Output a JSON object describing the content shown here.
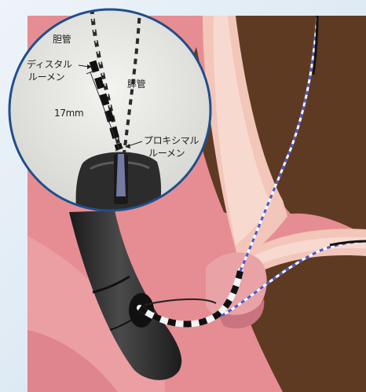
{
  "labels": {
    "bile_duct": "胆管",
    "distal_lumen_line1": "ディスタル",
    "distal_lumen_line2": "ルーメン",
    "pancreatic_duct": "膵管",
    "distance": "17mm",
    "proximal_lumen_line1": "プロキシマル",
    "proximal_lumen_line2": "ルーメン"
  },
  "icons": [
    "duodenum-wall",
    "pancreas-tissue",
    "bile-duct",
    "pancreatic-duct",
    "endoscope",
    "double-lumen-catheter",
    "guidewire",
    "magnified-inset-circle"
  ],
  "colors": {
    "background": "#dce9f3",
    "duodenal_mucosa": "#e58d93",
    "pancreas": "#5e3a22",
    "duct_wall": "#f2c6b9",
    "duct_lumen": "#f7d9cf",
    "endoscope": "#2b2b2b",
    "guidewire_dash": "#4b58c8",
    "inset_background": "#e6e6e2"
  }
}
